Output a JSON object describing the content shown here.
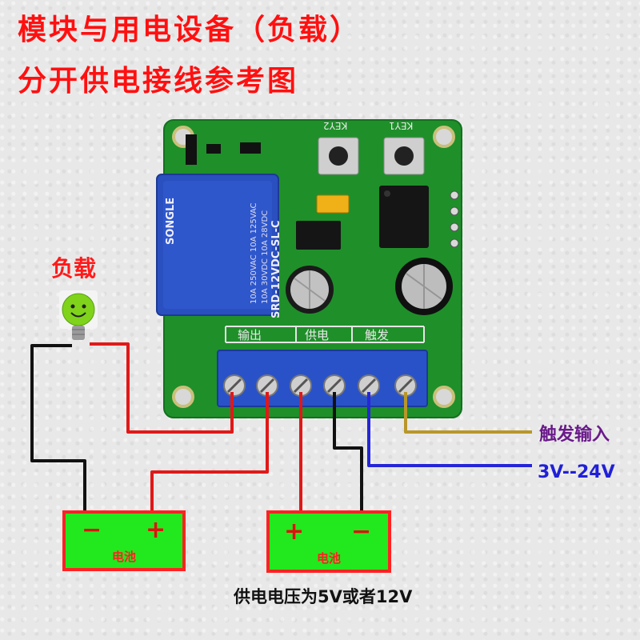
{
  "title_line1": "模块与用电设备（负载）",
  "title_line2": "分开供电接线参考图",
  "load_label": "负载",
  "trigger_input_label": "触发输入",
  "voltage_range_label": "3V--24V",
  "supply_voltage_label": "供电电压为5V或者12V",
  "battery_left": {
    "label": "电池",
    "neg": "−",
    "pos": "+"
  },
  "battery_right": {
    "label": "电池",
    "pos": "+",
    "neg": "−"
  },
  "pcb": {
    "sections": [
      "输出",
      "供电",
      "触发"
    ],
    "relay_text": [
      "SONGLE",
      "SRD-12VDC-SL-C",
      "10A 250VAC 10A 125VAC",
      "10A 30VDC 10A 28VDC"
    ],
    "key_labels": [
      "KEY2",
      "KEY1"
    ]
  },
  "colors": {
    "title": "#ff1010",
    "pcb": "#1f8f2a",
    "terminal": "#2a52c8",
    "wire_red": "#e01818",
    "wire_black": "#111111",
    "wire_blue": "#2626d8",
    "wire_gold": "#b8962a",
    "battery": "#22e81e"
  }
}
